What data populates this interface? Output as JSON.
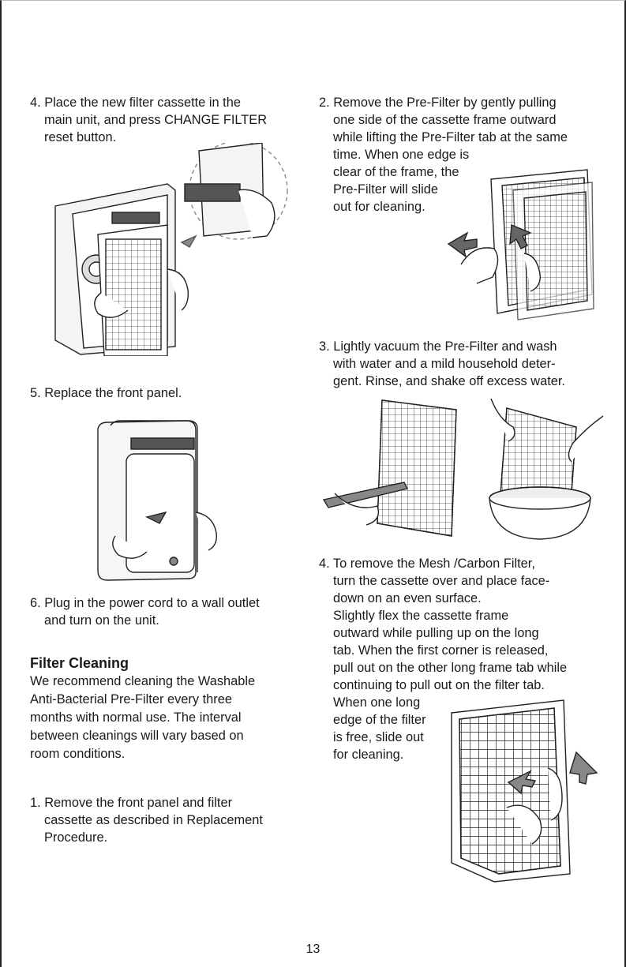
{
  "steps": {
    "step4_place": {
      "lines": [
        "4. Place the new filter cassette in the",
        "main unit, and press CHANGE FILTER",
        "reset button."
      ]
    },
    "step5_replace": {
      "lines": [
        "5. Replace the front panel."
      ]
    },
    "step6_plug": {
      "lines": [
        "6. Plug in the power cord to a wall outlet",
        "and turn on the unit."
      ]
    },
    "step1_remove_panel": {
      "lines": [
        "1. Remove the front panel and filter",
        "cassette as described in Replacement",
        "Procedure."
      ]
    },
    "step2_prefilter": {
      "lines": [
        "2. Remove the Pre-Filter by gently pulling",
        "one side of the cassette frame outward",
        "while lifting the Pre-Filter tab at the same",
        "time. When one edge is",
        "clear of the frame, the",
        "Pre-Filter will slide",
        "out for cleaning."
      ]
    },
    "step3_vacuum": {
      "lines": [
        "3. Lightly vacuum the Pre-Filter and wash",
        "with water and a mild household deter-",
        "gent. Rinse, and shake off excess water."
      ]
    },
    "step4_mesh": {
      "lines": [
        "4. To remove the Mesh /Carbon Filter,",
        "turn the cassette over and place face-",
        "down on an even surface.",
        "Slightly flex the cassette frame",
        "outward while pulling up on the long",
        "tab. When the first corner is released,",
        "pull out on the other long frame tab while",
        "continuing to pull out on the filter tab.",
        "When one long",
        "edge of the filter",
        "is free, slide out",
        "for cleaning."
      ]
    }
  },
  "filter_cleaning": {
    "heading": "Filter Cleaning",
    "lines": [
      "We recommend cleaning the Washable",
      "Anti-Bacterial Pre-Filter every three",
      "months with normal use. The interval",
      "between cleanings will vary based on",
      "room conditions."
    ]
  },
  "page_number": "13",
  "colors": {
    "text": "#1a1a1a",
    "line_art": "#222222",
    "background": "#ffffff"
  },
  "icons": {
    "arrow": "arrow-icon"
  }
}
